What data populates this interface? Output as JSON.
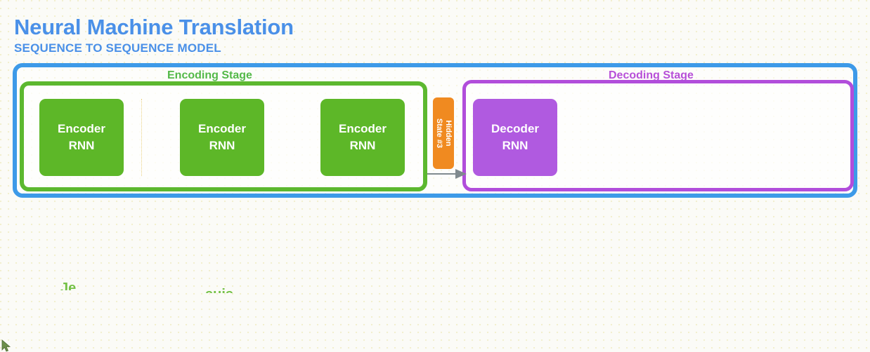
{
  "header": {
    "title": "Neural Machine Translation",
    "subtitle": "SEQUENCE TO SEQUENCE MODEL",
    "title_color": "#4a90e8"
  },
  "diagram": {
    "outer_frame_color": "#3d9ae8",
    "stages": [
      {
        "id": "encoding",
        "label": "Encoding Stage",
        "color": "#54b948",
        "border_color": "#5cb82f"
      },
      {
        "id": "decoding",
        "label": "Decoding Stage",
        "color": "#b74fd8",
        "border_color": "#b14ddb"
      }
    ],
    "encoder_cells": [
      {
        "line1": "Encoder",
        "line2": "RNN"
      },
      {
        "line1": "Encoder",
        "line2": "RNN"
      },
      {
        "line1": "Encoder",
        "line2": "RNN"
      }
    ],
    "decoder_cells": [
      {
        "line1": "Decoder",
        "line2": "RNN"
      }
    ],
    "cell_colors": {
      "encoder": "#5db728",
      "decoder": "#b05ae0"
    },
    "hidden_state": {
      "line1": "Hidden",
      "line2": "State #3",
      "color": "#f08a20"
    },
    "arrow": {
      "name": "hidden-state-arrow",
      "color": "#808a8f"
    }
  },
  "faded_words": [
    {
      "text": "Je",
      "color": "#5db728"
    },
    {
      "text": "suis",
      "color": "#5db728"
    }
  ],
  "cursor": {
    "icon": "mouse-pointer-icon"
  }
}
